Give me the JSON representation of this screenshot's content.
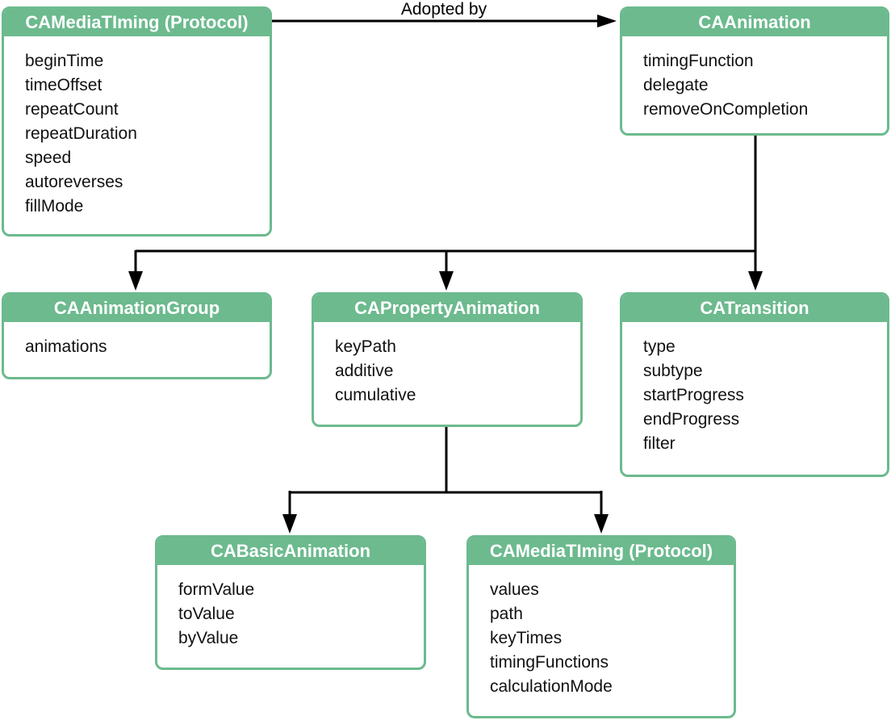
{
  "diagram": {
    "title_domain": "Core Animation class hierarchy",
    "edge_label": "Adopted by",
    "colors": {
      "node_green": "#6cba8e",
      "line_black": "#000000",
      "header_text": "#ffffff",
      "body_text": "#111111"
    },
    "boxes": [
      {
        "id": "camediatiming-protocol-top",
        "title": "CAMediaTIming (Protocol)",
        "props": [
          "beginTime",
          "timeOffset",
          "repeatCount",
          "repeatDuration",
          "speed",
          "autoreverses",
          "fillMode"
        ]
      },
      {
        "id": "caanimation",
        "title": "CAAnimation",
        "props": [
          "timingFunction",
          "delegate",
          "removeOnCompletion"
        ]
      },
      {
        "id": "caanimationgroup",
        "title": "CAAnimationGroup",
        "props": [
          "animations"
        ]
      },
      {
        "id": "capropertyanimation",
        "title": "CAPropertyAnimation",
        "props": [
          "keyPath",
          "additive",
          "cumulative"
        ]
      },
      {
        "id": "catransition",
        "title": "CATransition",
        "props": [
          "type",
          "subtype",
          "startProgress",
          "endProgress",
          "filter"
        ]
      },
      {
        "id": "cabasicanimation",
        "title": "CABasicAnimation",
        "props": [
          "formValue",
          "toValue",
          "byValue"
        ]
      },
      {
        "id": "camediatiming-protocol-bottom",
        "title": "CAMediaTIming (Protocol)",
        "props": [
          "values",
          "path",
          "keyTimes",
          "timingFunctions",
          "calculationMode"
        ]
      }
    ]
  }
}
